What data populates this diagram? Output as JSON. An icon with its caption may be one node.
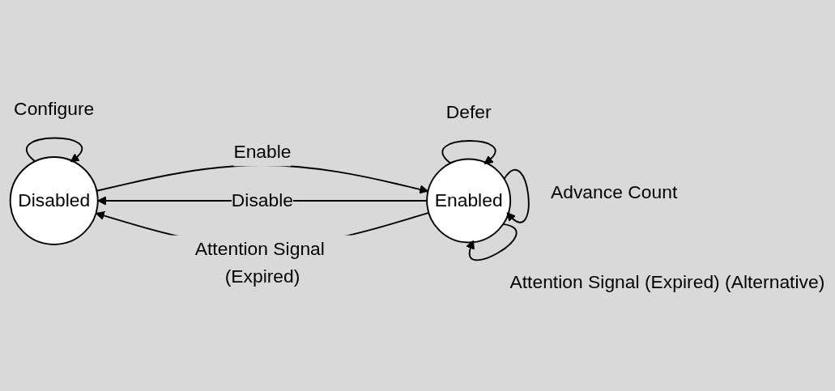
{
  "diagram": {
    "nodes": [
      {
        "text": [
          "Disabled"
        ]
      },
      {
        "text": [
          "Enabled"
        ]
      }
    ],
    "edges": [
      {
        "from": 0,
        "to": 0,
        "arrow": "to",
        "label": "Configure"
      },
      {
        "from": 0,
        "to": 1,
        "arrow": "to",
        "label": "Enable"
      },
      {
        "from": 1,
        "to": 0,
        "arrow": "to",
        "label": "Disable"
      },
      {
        "from": 1,
        "to": 1,
        "arrow": "to",
        "label": "Defer"
      },
      {
        "from": 1,
        "to": 1,
        "arrow": "to",
        "label": "Advance Count"
      },
      {
        "from": 1,
        "to": 0,
        "arrow": "to",
        "label": "Attention Signal (Expired)"
      },
      {
        "from": 1,
        "to": 1,
        "arrow": "to",
        "label": "Attention Signal (Expired) (Alternative)"
      }
    ]
  }
}
